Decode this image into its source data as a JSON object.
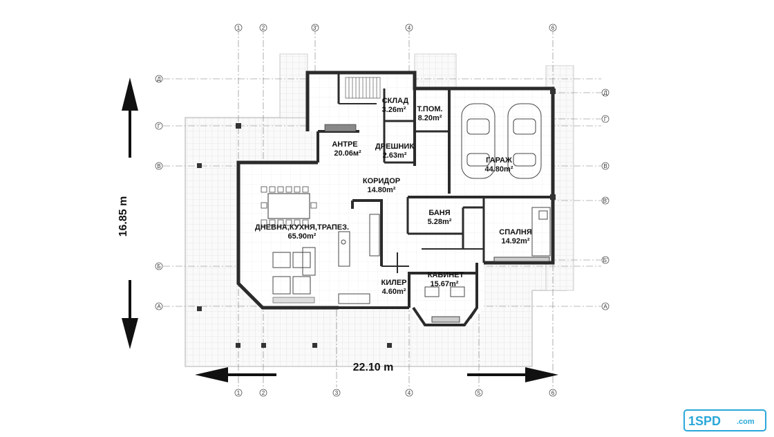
{
  "dimensions": {
    "width_label": "22.10 m",
    "height_label": "16.85 m"
  },
  "rooms": [
    {
      "name": "СКЛАД",
      "area": "3.26m²"
    },
    {
      "name": "Т.ПОМ.",
      "area": "8.20m²"
    },
    {
      "name": "АНТРЕ",
      "area": "20.06м²"
    },
    {
      "name": "ДРЕШНИК",
      "area": "2.63m²"
    },
    {
      "name": "ГАРАЖ",
      "area": "44.80m²"
    },
    {
      "name": "КОРИДОР",
      "area": "14.80m²"
    },
    {
      "name": "БАНЯ",
      "area": "5.28m²"
    },
    {
      "name": "ДНЕВНА,КУХНЯ,ТРАПЕЗ.",
      "area": "65.90m²"
    },
    {
      "name": "СПАЛНЯ",
      "area": "14.92m²"
    },
    {
      "name": "КИЛЕР",
      "area": "4.60m²"
    },
    {
      "name": "КАБИНЕТ",
      "area": "15.67m²"
    }
  ],
  "axes": {
    "columns": [
      "1",
      "2",
      "3'",
      "4",
      "6",
      "1",
      "2",
      "3",
      "4",
      "5",
      "6"
    ],
    "rows_left": [
      "Д",
      "Г",
      "В",
      "Б",
      "А"
    ],
    "rows_right": [
      "Д",
      "Г",
      "В",
      "В'",
      "Б'",
      "А"
    ]
  },
  "logo": {
    "text": "1SPD",
    "suffix": ".com"
  },
  "colors": {
    "wall": "#2b2b2b",
    "grid": "#cfcfcf",
    "tile": "#e6e6e6",
    "axis": "#555555",
    "logo": "#2aa7d9"
  }
}
